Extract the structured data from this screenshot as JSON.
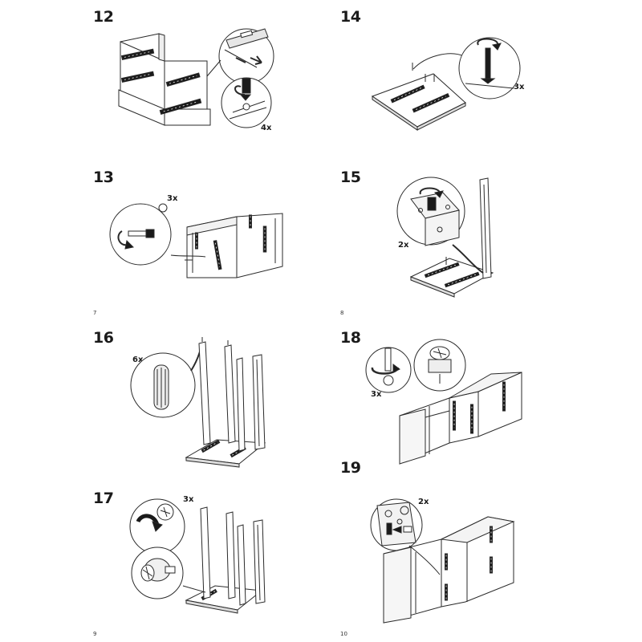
{
  "steps": [
    {
      "number": "12",
      "quantity": "4x"
    },
    {
      "number": "14",
      "quantity": "3x"
    },
    {
      "number": "13",
      "quantity": "3x"
    },
    {
      "number": "15",
      "quantity": "2x"
    },
    {
      "number": "16",
      "quantity": "6x"
    },
    {
      "number": "18",
      "quantity": "3x"
    },
    {
      "number": "19",
      "quantity": "2x"
    },
    {
      "number": "17",
      "quantity": "3x"
    }
  ],
  "page_numbers": [
    "7",
    "8",
    "9",
    "10"
  ]
}
